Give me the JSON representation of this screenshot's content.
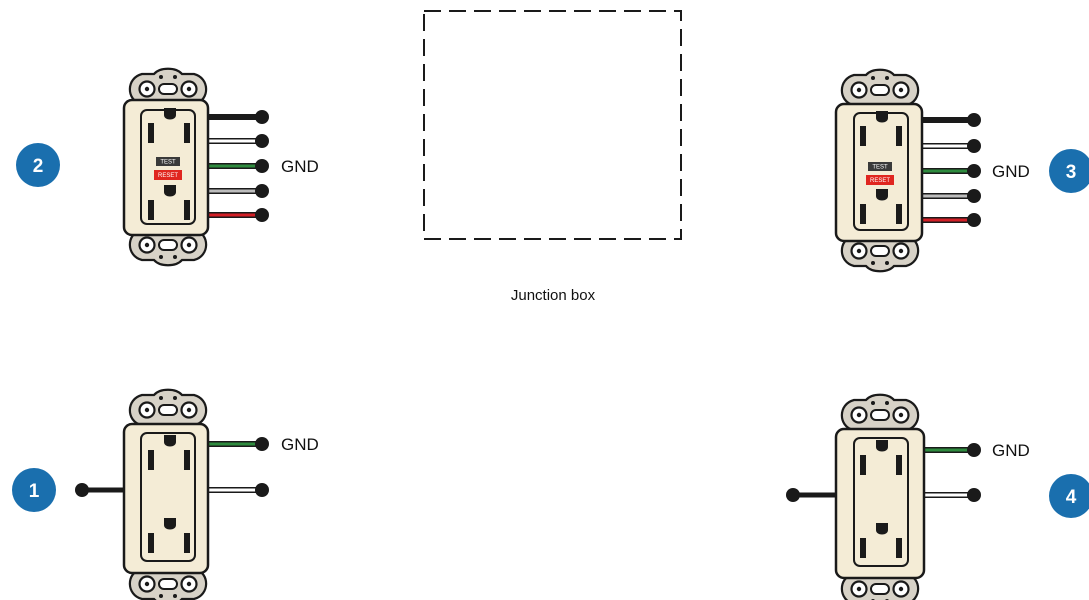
{
  "colors": {
    "background": "#ffffff",
    "outlet_body": "#f4ecd6",
    "outline": "#1a1a1a",
    "mount_strap": "#d7d2c7",
    "badge": "#1a6fae",
    "wire_hot": "#1a1a1a",
    "wire_neutral": "#ffffff",
    "wire_ground": "#2e8b3e",
    "wire_gray": "#bdbdbd",
    "wire_red": "#d21f26",
    "test_button": "#3a3a3a",
    "reset_button": "#e0261f"
  },
  "junction_box": {
    "label": "Junction box"
  },
  "outlets": [
    {
      "number": "1",
      "kind": "standard",
      "ground_label": "GND",
      "wires": [
        "ground",
        "neutral",
        "hot-left"
      ]
    },
    {
      "number": "2",
      "kind": "gfci",
      "ground_label": "GND",
      "test_label": "TEST",
      "reset_label": "RESET",
      "wires": [
        "hot",
        "neutral",
        "ground",
        "gray",
        "red"
      ]
    },
    {
      "number": "3",
      "kind": "gfci",
      "ground_label": "GND",
      "test_label": "TEST",
      "reset_label": "RESET",
      "wires": [
        "hot",
        "neutral",
        "ground",
        "gray",
        "red"
      ]
    },
    {
      "number": "4",
      "kind": "standard",
      "ground_label": "GND",
      "wires": [
        "ground",
        "neutral",
        "hot-left"
      ]
    }
  ]
}
